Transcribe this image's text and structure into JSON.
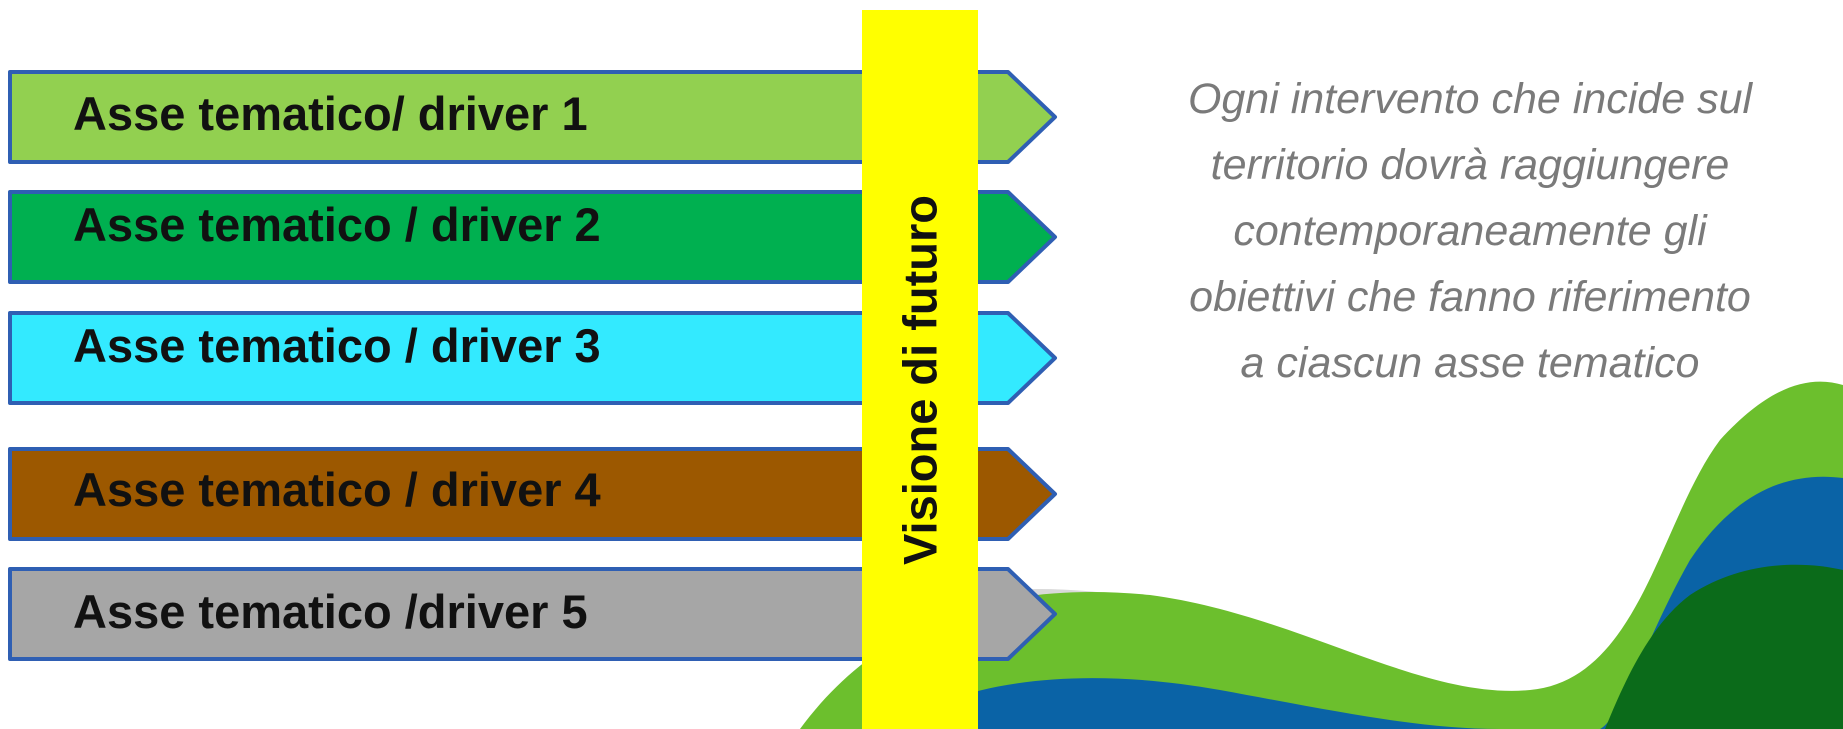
{
  "arrows": [
    {
      "label": "Asse tematico/ driver 1",
      "color": "#92d050"
    },
    {
      "label": "Asse tematico / driver 2",
      "color": "#00b050"
    },
    {
      "label": "Asse tematico / driver 3",
      "color": "#33eaff"
    },
    {
      "label": "Asse tematico / driver 4",
      "color": "#9c5800"
    },
    {
      "label": "Asse tematico /driver 5",
      "color": "#a6a6a6"
    }
  ],
  "arrow_border_color": "#2f5fb3",
  "vision": {
    "label": "Visione di futuro",
    "color": "#ffff00"
  },
  "side_text": "Ogni intervento che incide sul territorio dovrà raggiungere contemporaneamente gli obiettivi che fanno riferimento a ciascun asse tematico",
  "wave_colors": {
    "light_green": "#6cbf2d",
    "blue": "#0a63a6",
    "dark_green": "#0b6b1a",
    "shadow": "#d9d9d9"
  }
}
